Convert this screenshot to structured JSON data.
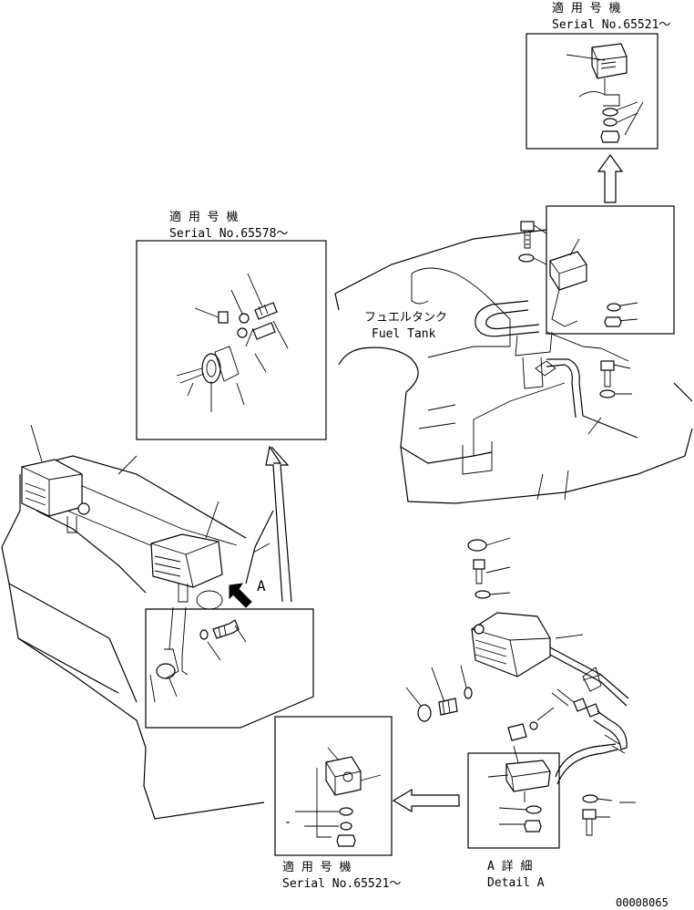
{
  "labels": {
    "applicable_top_jp": "適 用 号 機",
    "serial_top": "Serial No.65521～",
    "applicable_mid_jp": "適 用 号 機",
    "serial_mid": "Serial No.65578～",
    "fuel_tank_jp": "フュエルタンク",
    "fuel_tank_en": "Fuel Tank",
    "view_marker": "A",
    "applicable_bottom_jp": "適 用 号 機",
    "serial_bottom": "Serial No.65521～",
    "detail_jp": "A 詳 細",
    "detail_en": "Detail A",
    "drawing_number": "00008065"
  },
  "icons": {
    "view_arrow": "view-direction-arrow-icon",
    "work_lamp": "work-lamp-icon",
    "bolt": "bolt-icon",
    "washer": "washer-icon",
    "nut": "nut-icon"
  }
}
